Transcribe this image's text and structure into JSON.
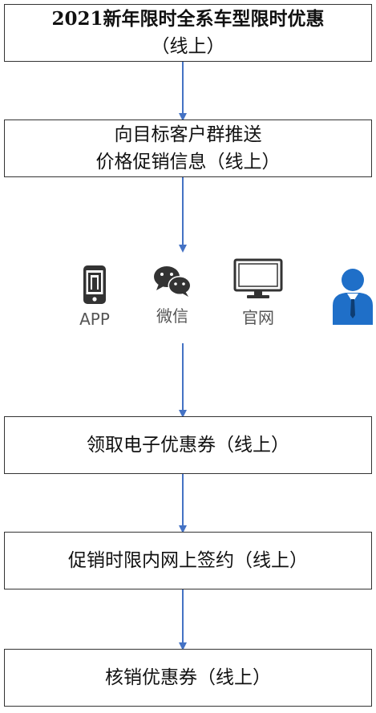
{
  "steps": [
    {
      "line1": "2021新年限时全系车型限时优惠",
      "line2": "（线上）"
    },
    {
      "line1": "向目标客户群推送",
      "line2": "价格促销信息（线上）"
    },
    {
      "line1": "领取电子优惠券（线上）"
    },
    {
      "line1": "促销时限内网上签约（线上）"
    },
    {
      "line1": "核销优惠券（线上）"
    }
  ],
  "channels": {
    "app": {
      "label": "APP",
      "icon": "smartphone-icon"
    },
    "wechat": {
      "label": "微信",
      "icon": "wechat-icon"
    },
    "web": {
      "label": "官网",
      "icon": "monitor-icon"
    }
  },
  "person_icon": "user-icon",
  "colors": {
    "arrow": "#4472C4",
    "border": "#333333",
    "person": "#1F6FC8",
    "icon": "#333333"
  }
}
